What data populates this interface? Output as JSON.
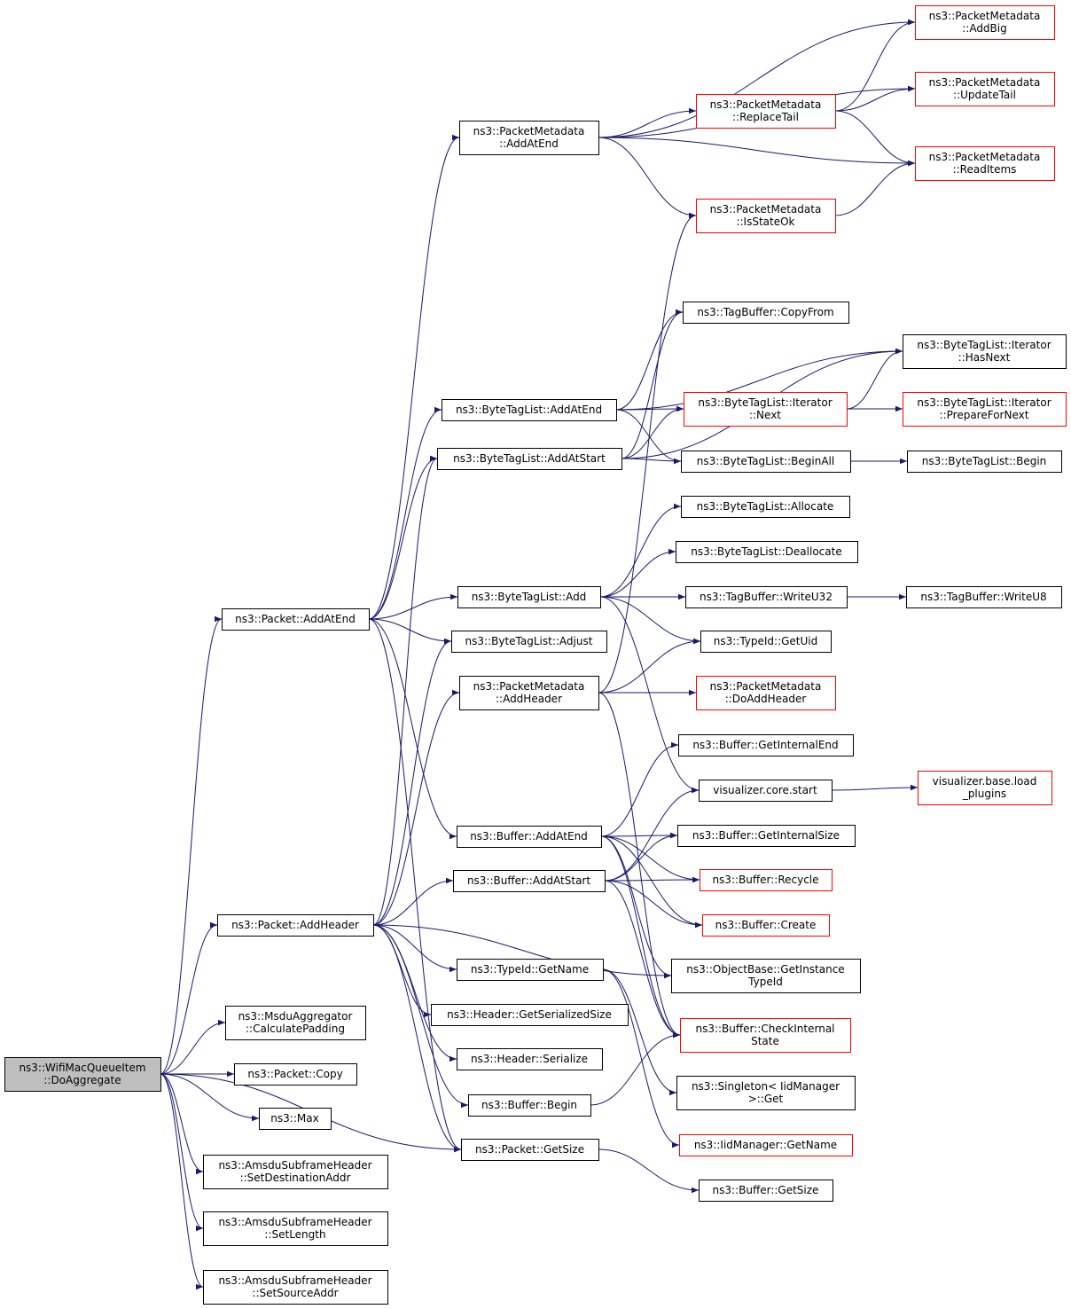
{
  "colors": {
    "edge": "#191970",
    "border_default": "#000000",
    "border_truncated": "#ff0000",
    "root_fill": "#bfbfbf",
    "node_fill": "#ffffff"
  },
  "nodes": [
    {
      "id": "root",
      "lines": [
        "ns3::WifiMacQueueItem",
        "::DoAggregate"
      ],
      "style": "root"
    },
    {
      "id": "pkt_addatend",
      "lines": [
        "ns3::Packet::AddAtEnd"
      ],
      "style": "normal"
    },
    {
      "id": "pkt_addheader",
      "lines": [
        "ns3::Packet::AddHeader"
      ],
      "style": "normal"
    },
    {
      "id": "msdu_calcpad",
      "lines": [
        "ns3::MsduAggregator",
        "::CalculatePadding"
      ],
      "style": "normal"
    },
    {
      "id": "pkt_copy",
      "lines": [
        "ns3::Packet::Copy"
      ],
      "style": "normal"
    },
    {
      "id": "max",
      "lines": [
        "ns3::Max"
      ],
      "style": "normal"
    },
    {
      "id": "amsdu_setdest",
      "lines": [
        "ns3::AmsduSubframeHeader",
        "::SetDestinationAddr"
      ],
      "style": "normal"
    },
    {
      "id": "amsdu_setlen",
      "lines": [
        "ns3::AmsduSubframeHeader",
        "::SetLength"
      ],
      "style": "normal"
    },
    {
      "id": "amsdu_setsrc",
      "lines": [
        "ns3::AmsduSubframeHeader",
        "::SetSourceAddr"
      ],
      "style": "normal"
    },
    {
      "id": "pm_addatend",
      "lines": [
        "ns3::PacketMetadata",
        "::AddAtEnd"
      ],
      "style": "normal"
    },
    {
      "id": "btl_addatend",
      "lines": [
        "ns3::ByteTagList::AddAtEnd"
      ],
      "style": "normal"
    },
    {
      "id": "btl_addatstart",
      "lines": [
        "ns3::ByteTagList::AddAtStart"
      ],
      "style": "normal"
    },
    {
      "id": "btl_add",
      "lines": [
        "ns3::ByteTagList::Add"
      ],
      "style": "normal"
    },
    {
      "id": "btl_adjust",
      "lines": [
        "ns3::ByteTagList::Adjust"
      ],
      "style": "normal"
    },
    {
      "id": "pm_addheader",
      "lines": [
        "ns3::PacketMetadata",
        "::AddHeader"
      ],
      "style": "normal"
    },
    {
      "id": "buf_addatend",
      "lines": [
        "ns3::Buffer::AddAtEnd"
      ],
      "style": "normal"
    },
    {
      "id": "buf_addatstart",
      "lines": [
        "ns3::Buffer::AddAtStart"
      ],
      "style": "normal"
    },
    {
      "id": "typeid_getname",
      "lines": [
        "ns3::TypeId::GetName"
      ],
      "style": "normal"
    },
    {
      "id": "hdr_getsersize",
      "lines": [
        "ns3::Header::GetSerializedSize"
      ],
      "style": "normal"
    },
    {
      "id": "hdr_serialize",
      "lines": [
        "ns3::Header::Serialize"
      ],
      "style": "normal"
    },
    {
      "id": "buf_begin",
      "lines": [
        "ns3::Buffer::Begin"
      ],
      "style": "normal"
    },
    {
      "id": "pkt_getsize",
      "lines": [
        "ns3::Packet::GetSize"
      ],
      "style": "normal"
    },
    {
      "id": "pm_replacetail",
      "lines": [
        "ns3::PacketMetadata",
        "::ReplaceTail"
      ],
      "style": "truncated"
    },
    {
      "id": "pm_isstateok",
      "lines": [
        "ns3::PacketMetadata",
        "::IsStateOk"
      ],
      "style": "truncated"
    },
    {
      "id": "tb_copyfrom",
      "lines": [
        "ns3::TagBuffer::CopyFrom"
      ],
      "style": "normal"
    },
    {
      "id": "btli_next",
      "lines": [
        "ns3::ByteTagList::Iterator",
        "::Next"
      ],
      "style": "truncated"
    },
    {
      "id": "btl_beginall",
      "lines": [
        "ns3::ByteTagList::BeginAll"
      ],
      "style": "normal"
    },
    {
      "id": "btl_allocate",
      "lines": [
        "ns3::ByteTagList::Allocate"
      ],
      "style": "normal"
    },
    {
      "id": "btl_deallocate",
      "lines": [
        "ns3::ByteTagList::Deallocate"
      ],
      "style": "normal"
    },
    {
      "id": "tb_writeu32",
      "lines": [
        "ns3::TagBuffer::WriteU32"
      ],
      "style": "normal"
    },
    {
      "id": "typeid_getuid",
      "lines": [
        "ns3::TypeId::GetUid"
      ],
      "style": "normal"
    },
    {
      "id": "pm_doaddheader",
      "lines": [
        "ns3::PacketMetadata",
        "::DoAddHeader"
      ],
      "style": "truncated"
    },
    {
      "id": "buf_getinternalend",
      "lines": [
        "ns3::Buffer::GetInternalEnd"
      ],
      "style": "normal"
    },
    {
      "id": "vis_core_start",
      "lines": [
        "visualizer.core.start"
      ],
      "style": "normal"
    },
    {
      "id": "buf_getinternalsize",
      "lines": [
        "ns3::Buffer::GetInternalSize"
      ],
      "style": "normal"
    },
    {
      "id": "buf_recycle",
      "lines": [
        "ns3::Buffer::Recycle"
      ],
      "style": "truncated"
    },
    {
      "id": "buf_create",
      "lines": [
        "ns3::Buffer::Create"
      ],
      "style": "truncated"
    },
    {
      "id": "objbase_getinsttid",
      "lines": [
        "ns3::ObjectBase::GetInstance",
        "TypeId"
      ],
      "style": "normal"
    },
    {
      "id": "buf_checkinternal",
      "lines": [
        "ns3::Buffer::CheckInternal",
        "State"
      ],
      "style": "truncated"
    },
    {
      "id": "singleton_get",
      "lines": [
        "ns3::Singleton< IidManager",
        " >::Get"
      ],
      "style": "normal"
    },
    {
      "id": "iidmgr_getname",
      "lines": [
        "ns3::IidManager::GetName"
      ],
      "style": "truncated"
    },
    {
      "id": "buf_getsize",
      "lines": [
        "ns3::Buffer::GetSize"
      ],
      "style": "normal"
    },
    {
      "id": "pm_addbig",
      "lines": [
        "ns3::PacketMetadata",
        "::AddBig"
      ],
      "style": "truncated"
    },
    {
      "id": "pm_updatetail",
      "lines": [
        "ns3::PacketMetadata",
        "::UpdateTail"
      ],
      "style": "truncated"
    },
    {
      "id": "pm_readitems",
      "lines": [
        "ns3::PacketMetadata",
        "::ReadItems"
      ],
      "style": "truncated"
    },
    {
      "id": "btli_hasnext",
      "lines": [
        "ns3::ByteTagList::Iterator",
        "::HasNext"
      ],
      "style": "normal"
    },
    {
      "id": "btli_preparefornext",
      "lines": [
        "ns3::ByteTagList::Iterator",
        "::PrepareForNext"
      ],
      "style": "truncated"
    },
    {
      "id": "btl_begin",
      "lines": [
        "ns3::ByteTagList::Begin"
      ],
      "style": "normal"
    },
    {
      "id": "tb_writeu8",
      "lines": [
        "ns3::TagBuffer::WriteU8"
      ],
      "style": "normal"
    },
    {
      "id": "vis_base_loadplugins",
      "lines": [
        "visualizer.base.load",
        "_plugins"
      ],
      "style": "truncated"
    }
  ],
  "edges": [
    [
      "root",
      "pkt_addatend"
    ],
    [
      "root",
      "pkt_addheader"
    ],
    [
      "root",
      "msdu_calcpad"
    ],
    [
      "root",
      "pkt_copy"
    ],
    [
      "root",
      "max"
    ],
    [
      "root",
      "amsdu_setdest"
    ],
    [
      "root",
      "amsdu_setlen"
    ],
    [
      "root",
      "amsdu_setsrc"
    ],
    [
      "root",
      "pkt_getsize"
    ],
    [
      "pkt_addatend",
      "pm_addatend"
    ],
    [
      "pkt_addatend",
      "btl_addatend"
    ],
    [
      "pkt_addatend",
      "btl_addatstart"
    ],
    [
      "pkt_addatend",
      "btl_add"
    ],
    [
      "pkt_addatend",
      "btl_adjust"
    ],
    [
      "pkt_addatend",
      "buf_addatend"
    ],
    [
      "pkt_addatend",
      "pkt_getsize"
    ],
    [
      "pkt_addheader",
      "btl_addatstart"
    ],
    [
      "pkt_addheader",
      "btl_adjust"
    ],
    [
      "pkt_addheader",
      "pm_addheader"
    ],
    [
      "pkt_addheader",
      "buf_addatstart"
    ],
    [
      "pkt_addheader",
      "typeid_getname"
    ],
    [
      "pkt_addheader",
      "hdr_getsersize"
    ],
    [
      "pkt_addheader",
      "hdr_serialize"
    ],
    [
      "pkt_addheader",
      "buf_begin"
    ],
    [
      "pkt_addheader",
      "pkt_getsize"
    ],
    [
      "pkt_addheader",
      "objbase_getinsttid"
    ],
    [
      "pm_addatend",
      "pm_addbig"
    ],
    [
      "pm_addatend",
      "pm_updatetail"
    ],
    [
      "pm_addatend",
      "pm_replacetail"
    ],
    [
      "pm_addatend",
      "pm_readitems"
    ],
    [
      "pm_addatend",
      "pm_isstateok"
    ],
    [
      "pm_replacetail",
      "pm_addbig"
    ],
    [
      "pm_replacetail",
      "pm_updatetail"
    ],
    [
      "pm_replacetail",
      "pm_readitems"
    ],
    [
      "pm_isstateok",
      "pm_readitems"
    ],
    [
      "btl_addatend",
      "tb_copyfrom"
    ],
    [
      "btl_addatend",
      "btli_hasnext"
    ],
    [
      "btl_addatend",
      "btli_next"
    ],
    [
      "btl_addatend",
      "btl_beginall"
    ],
    [
      "btl_addatstart",
      "tb_copyfrom"
    ],
    [
      "btl_addatstart",
      "btli_hasnext"
    ],
    [
      "btl_addatstart",
      "btli_next"
    ],
    [
      "btl_addatstart",
      "btl_beginall"
    ],
    [
      "btli_next",
      "btli_hasnext"
    ],
    [
      "btli_next",
      "btli_preparefornext"
    ],
    [
      "btl_beginall",
      "btl_begin"
    ],
    [
      "btl_add",
      "btl_allocate"
    ],
    [
      "btl_add",
      "btl_deallocate"
    ],
    [
      "btl_add",
      "tb_writeu32"
    ],
    [
      "btl_add",
      "typeid_getuid"
    ],
    [
      "btl_add",
      "vis_core_start"
    ],
    [
      "tb_writeu32",
      "tb_writeu8"
    ],
    [
      "pm_addheader",
      "typeid_getuid"
    ],
    [
      "pm_addheader",
      "pm_doaddheader"
    ],
    [
      "pm_addheader",
      "pm_isstateok"
    ],
    [
      "pm_addheader",
      "buf_checkinternal"
    ],
    [
      "buf_addatend",
      "buf_getinternalend"
    ],
    [
      "buf_addatend",
      "buf_getinternalsize"
    ],
    [
      "buf_addatend",
      "buf_recycle"
    ],
    [
      "buf_addatend",
      "buf_create"
    ],
    [
      "buf_addatend",
      "objbase_getinsttid"
    ],
    [
      "buf_addatend",
      "buf_checkinternal"
    ],
    [
      "buf_addatstart",
      "vis_core_start"
    ],
    [
      "buf_addatstart",
      "buf_getinternalsize"
    ],
    [
      "buf_addatstart",
      "buf_recycle"
    ],
    [
      "buf_addatstart",
      "buf_create"
    ],
    [
      "buf_addatstart",
      "buf_checkinternal"
    ],
    [
      "vis_core_start",
      "vis_base_loadplugins"
    ],
    [
      "typeid_getname",
      "singleton_get"
    ],
    [
      "typeid_getname",
      "iidmgr_getname"
    ],
    [
      "buf_begin",
      "buf_checkinternal"
    ],
    [
      "pkt_getsize",
      "buf_getsize"
    ]
  ]
}
